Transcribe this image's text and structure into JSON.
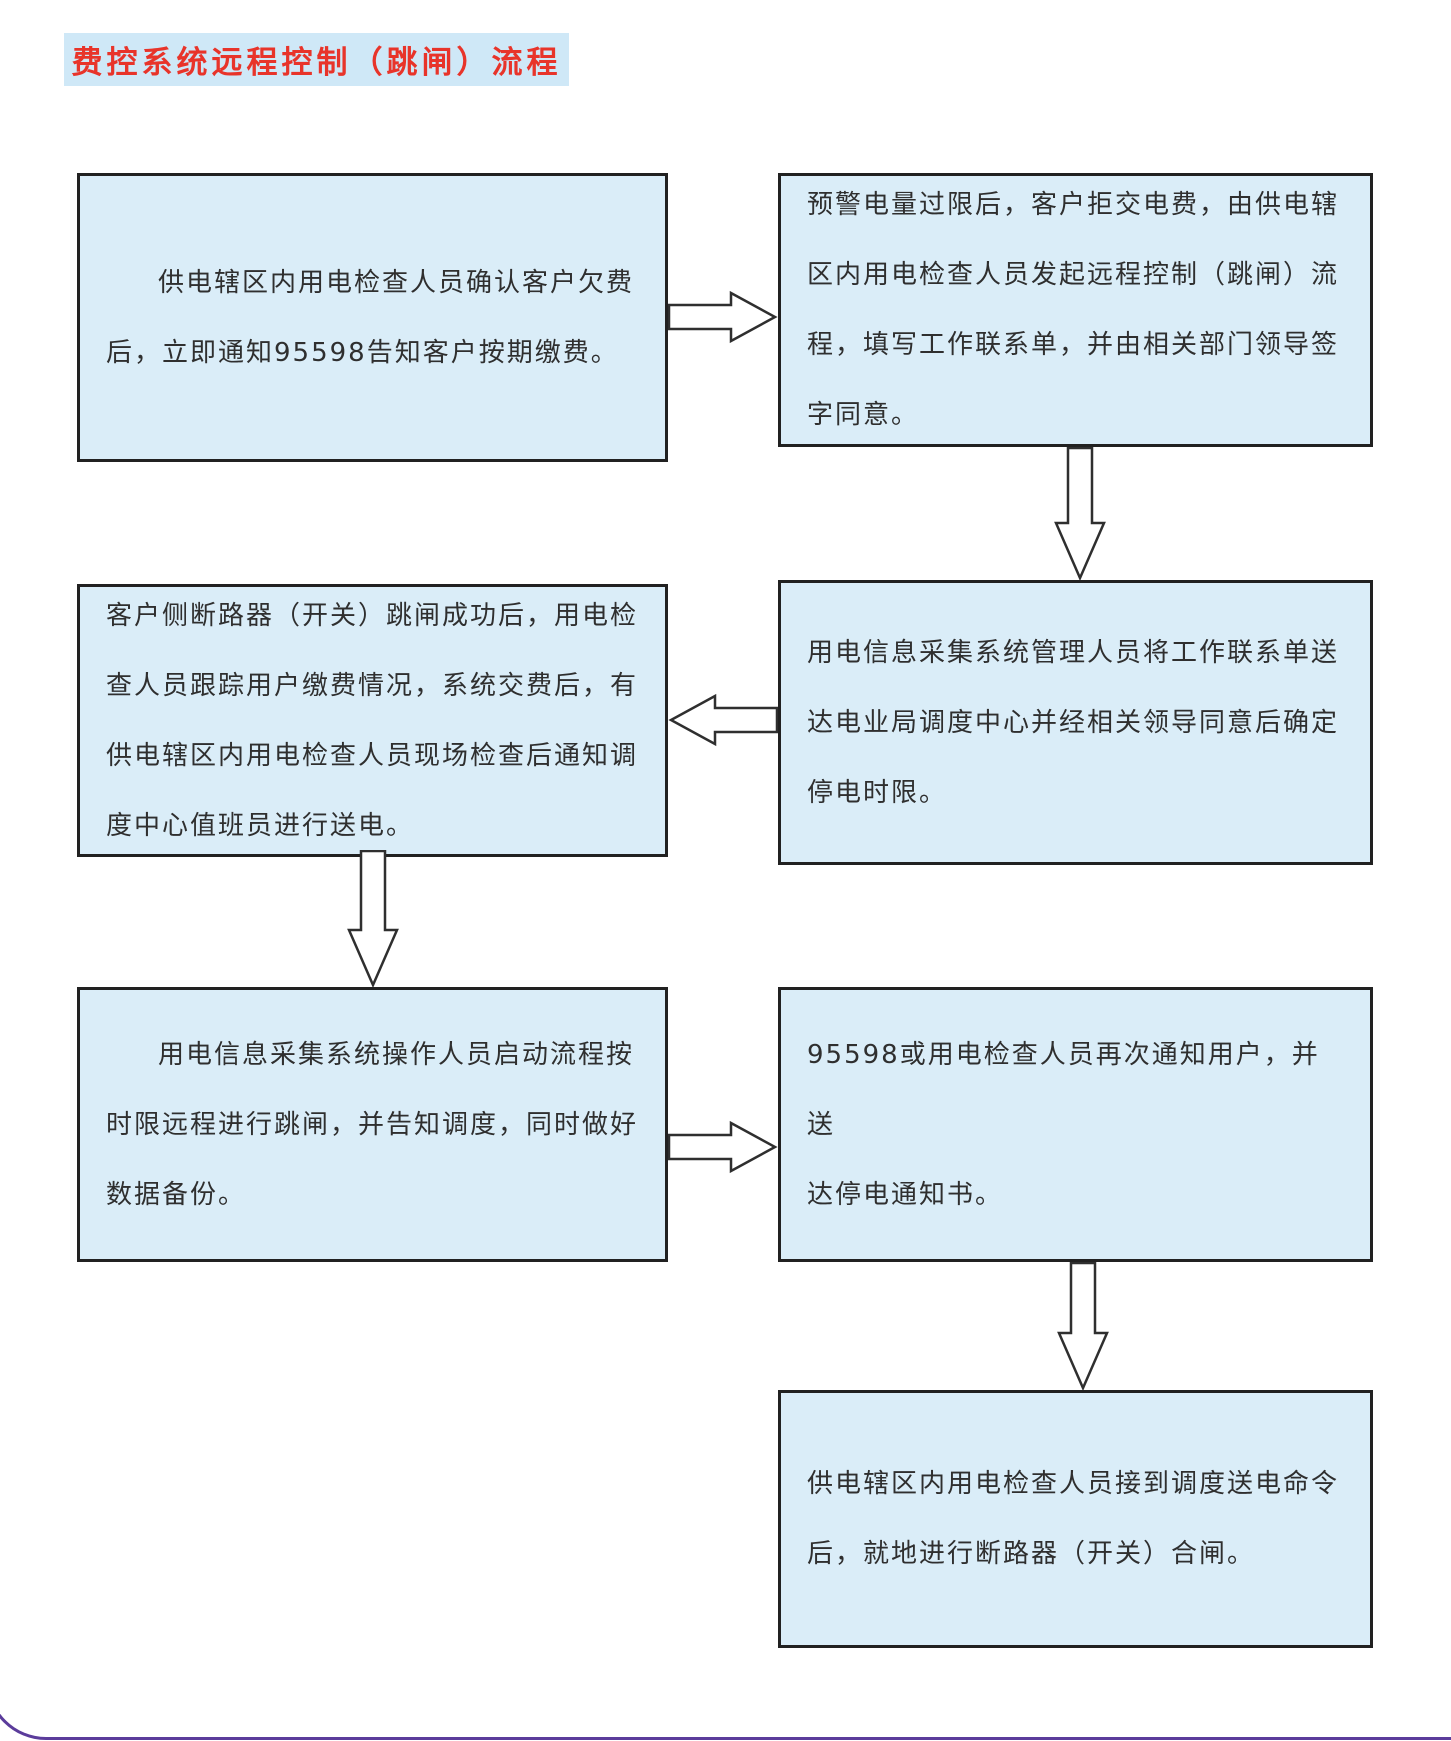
{
  "page": {
    "title": "费控系统远程控制（跳闸）流程"
  },
  "colors": {
    "title_bg": "#cfe8f7",
    "title_text": "#e8342a",
    "box_fill": "#daedf8",
    "box_border": "#212121",
    "text": "#2f2f2f",
    "arrow_fill": "#ffffff",
    "arrow_outline": "#2f2f2f",
    "page_border": "#5b3c9b"
  },
  "flowchart": {
    "boxes": [
      {
        "id": "step-1",
        "text": "供电辖区内用电检查人员确认客户欠费\n后，立即通知95598告知客户按期缴费。"
      },
      {
        "id": "step-2",
        "text": "预警电量过限后，客户拒交电费，由供电辖\n区内用电检查人员发起远程控制（跳闸）流\n程，填写工作联系单，并由相关部门领导签\n字同意。"
      },
      {
        "id": "step-3",
        "text": "用电信息采集系统管理人员将工作联系单送\n达电业局调度中心并经相关领导同意后确定\n停电时限。"
      },
      {
        "id": "step-4",
        "text": "客户侧断路器（开关）跳闸成功后，用电检\n查人员跟踪用户缴费情况，系统交费后，有\n供电辖区内用电检查人员现场检查后通知调\n度中心值班员进行送电。"
      },
      {
        "id": "step-5",
        "text": "用电信息采集系统操作人员启动流程按\n时限远程进行跳闸，并告知调度，同时做好\n数据备份。"
      },
      {
        "id": "step-6",
        "text": "95598或用电检查人员再次通知用户，并送\n达停电通知书。"
      },
      {
        "id": "step-7",
        "text": "供电辖区内用电检查人员接到调度送电命令\n后，就地进行断路器（开关）合闸。"
      }
    ],
    "arrows": [
      {
        "from": "step-1",
        "to": "step-2",
        "direction": "right"
      },
      {
        "from": "step-2",
        "to": "step-3",
        "direction": "down"
      },
      {
        "from": "step-3",
        "to": "step-4",
        "direction": "left"
      },
      {
        "from": "step-4",
        "to": "step-5",
        "direction": "down"
      },
      {
        "from": "step-5",
        "to": "step-6",
        "direction": "right"
      },
      {
        "from": "step-6",
        "to": "step-7",
        "direction": "down"
      }
    ]
  }
}
